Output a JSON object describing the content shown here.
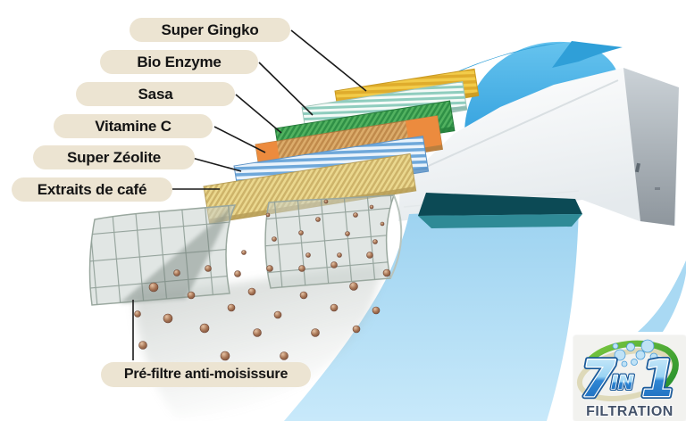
{
  "labels": [
    {
      "text": "Super Gingko",
      "filter_color": "#F0C64B"
    },
    {
      "text": "Bio Enzyme",
      "filter_color": "#9FD4C5"
    },
    {
      "text": "Sasa",
      "filter_color": "#4FAE5C"
    },
    {
      "text": "Vitamine C",
      "filter_color": "#E69A4E"
    },
    {
      "text": "Super Zéolite",
      "filter_color": "#7FB2E0"
    },
    {
      "text": "Extraits de café",
      "filter_color": "#E6D285"
    },
    {
      "text": "Pré-filtre anti-moisissure",
      "filter_color": "#AEBBB3"
    }
  ],
  "logo": {
    "seven": "7",
    "in": "IN",
    "one": "1",
    "caption": "FILTRATION"
  },
  "colors": {
    "label_pill": "#ECE4D2",
    "label_text": "#141414",
    "airflow_light": "#A9D9F3",
    "swoosh_blue": "#2F9FD8",
    "ac_body_white": "#F4F7F8",
    "ac_side_gray": "#9BA3AA",
    "outlet_teal": "#0C4A55",
    "mesh_gray": "#8C9C94",
    "particle_brown": "#9A6B50",
    "logo_blue": "#2F86D4",
    "logo_green": "#3FA53A",
    "caption_text": "#44536A"
  },
  "particles": [
    [
      172,
      322,
      5
    ],
    [
      188,
      357,
      5
    ],
    [
      160,
      387,
      4.5
    ],
    [
      214,
      331,
      4
    ],
    [
      229,
      368,
      5
    ],
    [
      259,
      345,
      4
    ],
    [
      252,
      399,
      5
    ],
    [
      282,
      327,
      4
    ],
    [
      288,
      373,
      4.5
    ],
    [
      311,
      353,
      4
    ],
    [
      318,
      399,
      4.5
    ],
    [
      340,
      331,
      4
    ],
    [
      353,
      373,
      4.5
    ],
    [
      374,
      345,
      4
    ],
    [
      396,
      321,
      4.5
    ],
    [
      399,
      369,
      4
    ],
    [
      421,
      348,
      4
    ],
    [
      433,
      306,
      4
    ],
    [
      414,
      286,
      3.5
    ],
    [
      374,
      297,
      3.5
    ],
    [
      338,
      301,
      3.5
    ],
    [
      302,
      301,
      3.5
    ],
    [
      266,
      307,
      3.5
    ],
    [
      233,
      301,
      3.5
    ],
    [
      198,
      306,
      3.5
    ],
    [
      154,
      352,
      3.5
    ],
    [
      273,
      418,
      4
    ],
    [
      330,
      415,
      3.5
    ],
    [
      356,
      246,
      2.5
    ],
    [
      389,
      262,
      2.5
    ],
    [
      420,
      271,
      2.5
    ],
    [
      307,
      268,
      2.5
    ],
    [
      273,
      283,
      2.5
    ],
    [
      337,
      261,
      2.5
    ],
    [
      300,
      241,
      2
    ],
    [
      398,
      241,
      2.5
    ],
    [
      428,
      251,
      2
    ],
    [
      365,
      226,
      2
    ],
    [
      416,
      232,
      2
    ],
    [
      345,
      286,
      2.5
    ],
    [
      380,
      286,
      2.5
    ]
  ]
}
